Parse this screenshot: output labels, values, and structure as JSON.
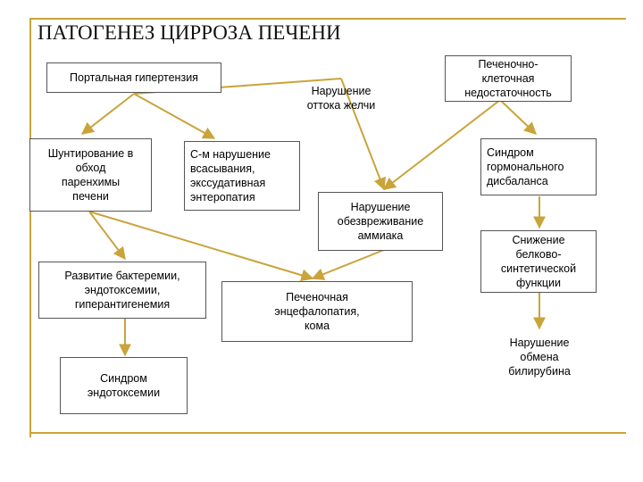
{
  "title": "ПАТОГЕНЕЗ ЦИРРОЗА ПЕЧЕНИ",
  "nodes": {
    "portal": "Портальная гипертензия",
    "bile": "Нарушение\nоттока желчи",
    "hepatocell": "Печеночно-\nклеточная\nнедостаточность",
    "shunt": "Шунтирование в\nобход\nпаренхимы\nпечени",
    "malabs": "С-м нарушение\nвсасывания,\nэкссудативная\nэнтеропатия",
    "hormonal": "Синдром\nгормонального\nдисбаланса",
    "ammonia": "Нарушение\nобезвреживание\nаммиака",
    "protein": "Снижение\nбелково-\nсинтетической\nфункции",
    "bacter": "Развитие бактеремии,\nэндотоксемии,\nгиперантигенемия",
    "enceph": "Печеночная\nэнцефалопатия,\nкома",
    "bilirubin": "Нарушение\nобмена\nбилирубина",
    "endotox": "Синдром\nэндотоксемии"
  },
  "colors": {
    "accent_rule": "#c9a43a",
    "arrow": "#c9a43a",
    "box_border": "#555555"
  }
}
